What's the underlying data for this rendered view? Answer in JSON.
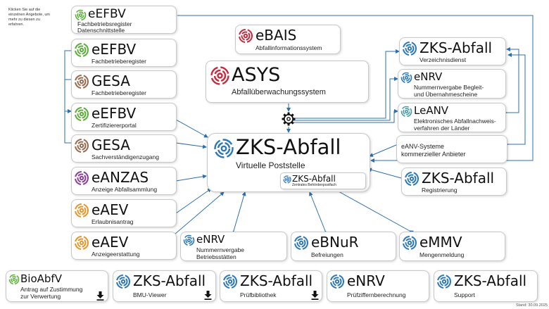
{
  "hint": "Klicken Sie auf die einzelnen Angebote, um mehr zu diesen zu erfahren.",
  "stand": "Stand: 30.09.2025",
  "colors": {
    "green": "#5cae3b",
    "brown": "#9a6a50",
    "purple": "#8b3f9a",
    "orange": "#e9942a",
    "red": "#c42b3c",
    "blue": "#2c78b8",
    "teal": "#4d9aa6",
    "arrow": "#2d6fad"
  },
  "nodes": {
    "eefbv_dat": {
      "title": "eEFBV",
      "line1": "Fachbetriebsregister",
      "line2": "Datenschnittstelle",
      "icon": "swirl-green"
    },
    "eefbv_reg": {
      "title": "eEFBV",
      "line1": "Fachbetrieberegister",
      "icon": "swirl-green"
    },
    "gesa_reg": {
      "title": "GESA",
      "line1": "Fachbetrieberegister",
      "icon": "swirl-brown"
    },
    "eefbv_zert": {
      "title": "eEFBV",
      "line1": "Zertifiziererportal",
      "icon": "swirl-green"
    },
    "gesa_sach": {
      "title": "GESA",
      "line1": "Sachverständigenzugang",
      "icon": "swirl-brown"
    },
    "eanzas": {
      "title": "eANZAS",
      "line1": "Anzeige Abfallsammlung",
      "icon": "swirl-purple"
    },
    "eaev_erl": {
      "title": "eAEV",
      "line1": "Erlaubnisantrag",
      "icon": "swirl-orange"
    },
    "eaev_anz": {
      "title": "eAEV",
      "line1": "Anzeigeerstattung",
      "icon": "swirl-orange"
    },
    "enrv_betr": {
      "title": "eNRV",
      "line1": "Nummernvergabe",
      "line2": "Betriebsstätten",
      "icon": "swirl-blue"
    },
    "ebnur": {
      "title": "eBNuR",
      "line1": "Befreiungen",
      "icon": "swirl-blue"
    },
    "emmv": {
      "title": "eMMV",
      "line1": "Mengenmeldung",
      "icon": "swirl-blue"
    },
    "zks_reg": {
      "title": "ZKS-Abfall",
      "line1": "Registrierung",
      "icon": "swirl-blue"
    },
    "eanv_sys": {
      "line1": "eANV-Systeme",
      "line2": "kommerzieller Anbieter"
    },
    "leanv": {
      "title": "LeANV",
      "line1": "Elektronisches Abfallnachweis-",
      "line2": "verfahren der Länder",
      "icon": "swirl-teal"
    },
    "enrv_beg": {
      "title": "eNRV",
      "line1": "Nummernvergabe Begleit-",
      "line2": "und Übernahmescheine",
      "icon": "swirl-blue"
    },
    "zks_verz": {
      "title": "ZKS-Abfall",
      "line1": "Verzeichnisdienst",
      "icon": "swirl-blue"
    },
    "ebais": {
      "title": "eBAIS",
      "line1": "Abfallinformationssystem",
      "icon": "swirl-red"
    },
    "asys": {
      "title": "ASYS",
      "line1": "Abfallüberwachungssystem",
      "icon": "swirl-red"
    },
    "zks_main": {
      "title": "ZKS-Abfall",
      "line1": "Virtuelle Poststelle",
      "icon": "swirl-blue"
    },
    "zks_behoerde": {
      "title": "ZKS-Abfall",
      "line1": "Zentrales Behördenpostfach",
      "icon": "swirl-blue"
    }
  },
  "bottom": {
    "bioabfv": {
      "title": "BioAbfV",
      "line1": "Antrag auf Zustimmung",
      "line2": "zur Verwertung",
      "icon": "swirl-green",
      "action_icon": "download-icon"
    },
    "bmu": {
      "title": "ZKS-Abfall",
      "line1": "BMU-Viewer",
      "icon": "swirl-blue",
      "action_icon": "download-icon"
    },
    "pruef": {
      "title": "ZKS-Abfall",
      "line1": "Prüfbibliothek",
      "icon": "swirl-blue",
      "action_icon": "download-icon"
    },
    "enrv_pruef": {
      "title": "eNRV",
      "line1": "Prüfziffernberechnung",
      "icon": "swirl-blue"
    },
    "support": {
      "title": "ZKS-Abfall",
      "line1": "Support",
      "icon": "swirl-blue"
    }
  },
  "hub_icon": "gear-icon"
}
